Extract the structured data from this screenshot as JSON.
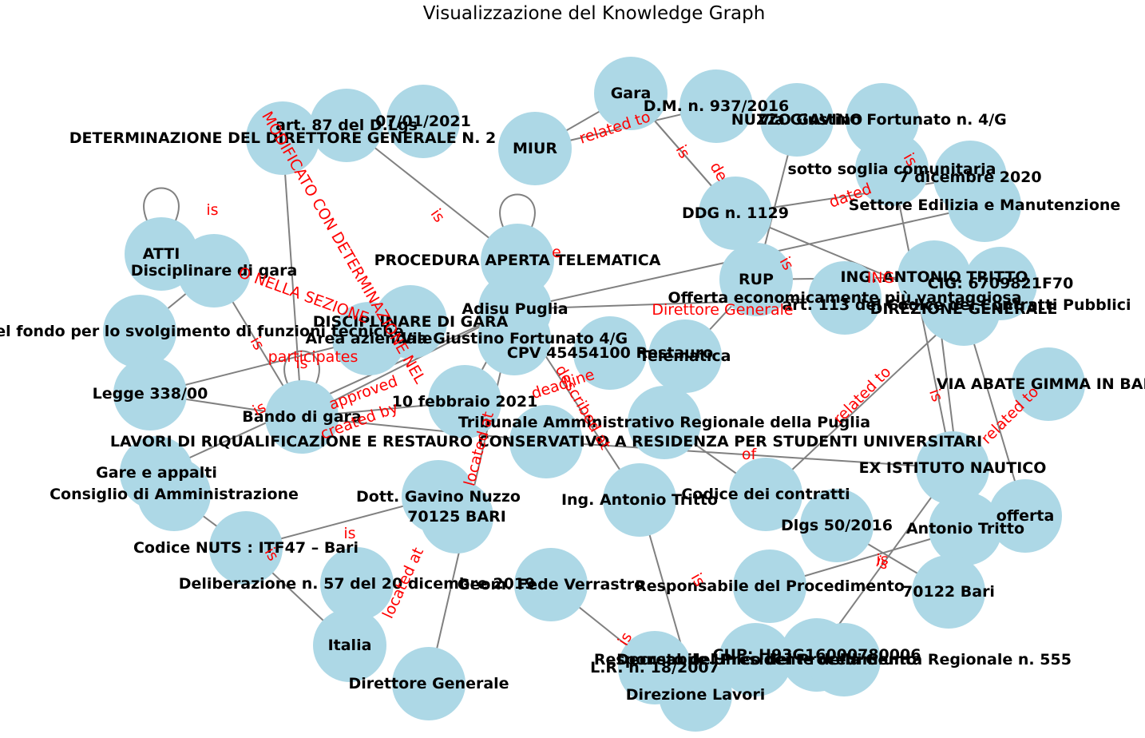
{
  "title": "Visualizzazione del Knowledge Graph",
  "colors": {
    "node_fill": "#add8e6",
    "edge": "#808080",
    "edge_label": "#ff0000",
    "node_label": "#000000"
  },
  "nodes": [
    {
      "id": "gara",
      "label": "Gara"
    },
    {
      "id": "dm937",
      "label": "D.M. n. 937/2016"
    },
    {
      "id": "nuzzo",
      "label": "NUZZO GAVINO"
    },
    {
      "id": "via_fortunato_1",
      "label": "Via Giustino Fortunato n. 4/G"
    },
    {
      "id": "art87",
      "label": "art. 87 del D.Lgs"
    },
    {
      "id": "data0701",
      "label": "07/01/2021"
    },
    {
      "id": "determ",
      "label": "DETERMINAZIONE DEL DIRETTORE GENERALE N. 2"
    },
    {
      "id": "miur",
      "label": "MIUR"
    },
    {
      "id": "soglia",
      "label": "sotto soglia comunitaria"
    },
    {
      "id": "dic2020",
      "label": "7 dicembre 2020"
    },
    {
      "id": "ddg1129",
      "label": "DDG n. 1129"
    },
    {
      "id": "settore",
      "label": "Settore Edilizia e Manutenzione"
    },
    {
      "id": "atti",
      "label": "ATTI"
    },
    {
      "id": "disciplinare",
      "label": "Disciplinare di gara"
    },
    {
      "id": "procedura",
      "label": "PROCEDURA APERTA TELEMATICA"
    },
    {
      "id": "rup",
      "label": "RUP"
    },
    {
      "id": "tritto_caps",
      "label": "ING. ANTONIO TRITTO"
    },
    {
      "id": "cig",
      "label": "CIG: 6709821F70"
    },
    {
      "id": "offerta_econ",
      "label": "Offerta economicamente più vantaggiosa"
    },
    {
      "id": "art113",
      "label": "art. 113 del Codice dei Contratti Pubblici"
    },
    {
      "id": "direzione",
      "label": "DIREZIONE GENERALE"
    },
    {
      "id": "adisu",
      "label": "Adisu Puglia"
    },
    {
      "id": "disc_caps",
      "label": "DISCIPLINARE DI GARA"
    },
    {
      "id": "ripartizione",
      "label": "Ripartizione del fondo per lo svolgimento di funzioni tecniche"
    },
    {
      "id": "area",
      "label": "Area aziendale"
    },
    {
      "id": "via_fortunato_2",
      "label": "Via Giustino Fortunato 4/G"
    },
    {
      "id": "cpv",
      "label": "CPV 45454100 Restauro"
    },
    {
      "id": "telematica",
      "label": "Telematica"
    },
    {
      "id": "legge338",
      "label": "Legge 338/00"
    },
    {
      "id": "abate",
      "label": "VIA ABATE GIMMA IN BARI"
    },
    {
      "id": "feb2021",
      "label": "10 febbraio 2021"
    },
    {
      "id": "bando",
      "label": "Bando di gara"
    },
    {
      "id": "tar",
      "label": "Tribunale Amministrativo Regionale della Puglia"
    },
    {
      "id": "lavori",
      "label": "LAVORI DI RIQUALIFICAZIONE E RESTAURO CONSERVATIVO A RESIDENZA PER STUDENTI UNIVERSITARI"
    },
    {
      "id": "nautico",
      "label": "EX ISTITUTO NAUTICO"
    },
    {
      "id": "gare_appalti",
      "label": "Gare e appalti"
    },
    {
      "id": "consiglio",
      "label": "Consiglio di Amministrazione"
    },
    {
      "id": "codice_contratti",
      "label": "Codice dei contratti"
    },
    {
      "id": "gavino",
      "label": "Dott. Gavino Nuzzo"
    },
    {
      "id": "tritto_ing",
      "label": "Ing. Antonio Tritto"
    },
    {
      "id": "offerta",
      "label": "offerta"
    },
    {
      "id": "bari70125",
      "label": "70125 BARI"
    },
    {
      "id": "dlgs50",
      "label": "Dlgs 50/2016"
    },
    {
      "id": "antonio_tritto",
      "label": "Antonio Tritto"
    },
    {
      "id": "nuts",
      "label": "Codice NUTS : ITF47 – Bari"
    },
    {
      "id": "delib57",
      "label": "Deliberazione n. 57 del 20 dicembre 2019"
    },
    {
      "id": "verrastro",
      "label": "Geom. Fede Verrastro"
    },
    {
      "id": "responsabile",
      "label": "Responsabile del Procedimento"
    },
    {
      "id": "bari70122",
      "label": "70122 Bari"
    },
    {
      "id": "italia",
      "label": "Italia"
    },
    {
      "id": "cup",
      "label": "CUP: H93G16000780006"
    },
    {
      "id": "decreto",
      "label": "Decreto del Presidente della Giunta Regionale n. 555"
    },
    {
      "id": "resp_unico",
      "label": "Responsabile Unico del Procedimento"
    },
    {
      "id": "lr18",
      "label": "L.R. n. 18/2007"
    },
    {
      "id": "dir_generale",
      "label": "Direttore Generale"
    },
    {
      "id": "dir_lavori",
      "label": "Direzione Lavori"
    }
  ],
  "edges": [
    {
      "source": "miur",
      "target": "gara",
      "label": "related to"
    },
    {
      "source": "miur",
      "target": "dm937",
      "label": ""
    },
    {
      "source": "gara",
      "target": "ddg1129",
      "label": "is"
    },
    {
      "source": "gara",
      "target": "ddg1129",
      "label": "de"
    },
    {
      "source": "determ",
      "target": "bando",
      "label": "MODIFICATO CON DETERMINAZIONE NEL"
    },
    {
      "source": "art87",
      "target": "procedura",
      "label": "is"
    },
    {
      "source": "ddg1129",
      "target": "dic2020",
      "label": "dated"
    },
    {
      "source": "ddg1129",
      "target": "art113",
      "label": ""
    },
    {
      "source": "nuzzo",
      "target": "rup",
      "label": ""
    },
    {
      "source": "via_fortunato_1",
      "target": "nautico",
      "label": "is"
    },
    {
      "source": "adisu",
      "target": "settore",
      "label": ""
    },
    {
      "source": "rup",
      "target": "tritto_caps",
      "label": "ING"
    },
    {
      "source": "rup",
      "target": "telematica",
      "label": "is"
    },
    {
      "source": "adisu",
      "target": "offerta_econ",
      "label": "Direttore Generale"
    },
    {
      "source": "disciplinare",
      "target": "ripartizione",
      "label": "O NELLA SEZIONE"
    },
    {
      "source": "disciplinare",
      "target": "bando",
      "label": "is"
    },
    {
      "source": "atti",
      "target": "atti",
      "label": "is"
    },
    {
      "source": "bando",
      "target": "legge338",
      "label": "is"
    },
    {
      "source": "bando",
      "target": "bando",
      "label": "participates"
    },
    {
      "source": "bando",
      "target": "feb2021",
      "label": "approved"
    },
    {
      "source": "bando",
      "target": "adisu",
      "label": "is"
    },
    {
      "source": "legge338",
      "target": "area",
      "label": ""
    },
    {
      "source": "gare_appalti",
      "target": "adisu",
      "label": ""
    },
    {
      "source": "procedura",
      "target": "procedura",
      "label": "e"
    },
    {
      "source": "adisu",
      "target": "feb2021",
      "label": "deadline"
    },
    {
      "source": "adisu",
      "target": "tritto_ing",
      "label": "described at"
    },
    {
      "source": "adisu",
      "target": "dir_generale",
      "label": "located at"
    },
    {
      "source": "lavori",
      "target": "bando",
      "label": "created by"
    },
    {
      "source": "lavori",
      "target": "nautico",
      "label": "of"
    },
    {
      "source": "tar",
      "target": "codice_contratti",
      "label": ""
    },
    {
      "source": "codice_contratti",
      "target": "direzione",
      "label": "related to"
    },
    {
      "source": "tritto_caps",
      "target": "antonio_tritto",
      "label": "is"
    },
    {
      "source": "direzione",
      "target": "offerta",
      "label": "related to"
    },
    {
      "source": "consiglio",
      "target": "nuts",
      "label": ""
    },
    {
      "source": "nuts",
      "target": "gavino",
      "label": "is"
    },
    {
      "source": "nuts",
      "target": "italia",
      "label": "is"
    },
    {
      "source": "delib57",
      "target": "italia",
      "label": "located at"
    },
    {
      "source": "verrastro",
      "target": "lr18",
      "label": "is"
    },
    {
      "source": "responsabile",
      "target": "antonio_tritto",
      "label": ""
    },
    {
      "source": "bari70122",
      "target": "dlgs50",
      "label": "is"
    },
    {
      "source": "nautico",
      "target": "cup",
      "label": "is"
    },
    {
      "source": "tritto_ing",
      "target": "dir_lavori",
      "label": "is"
    }
  ]
}
